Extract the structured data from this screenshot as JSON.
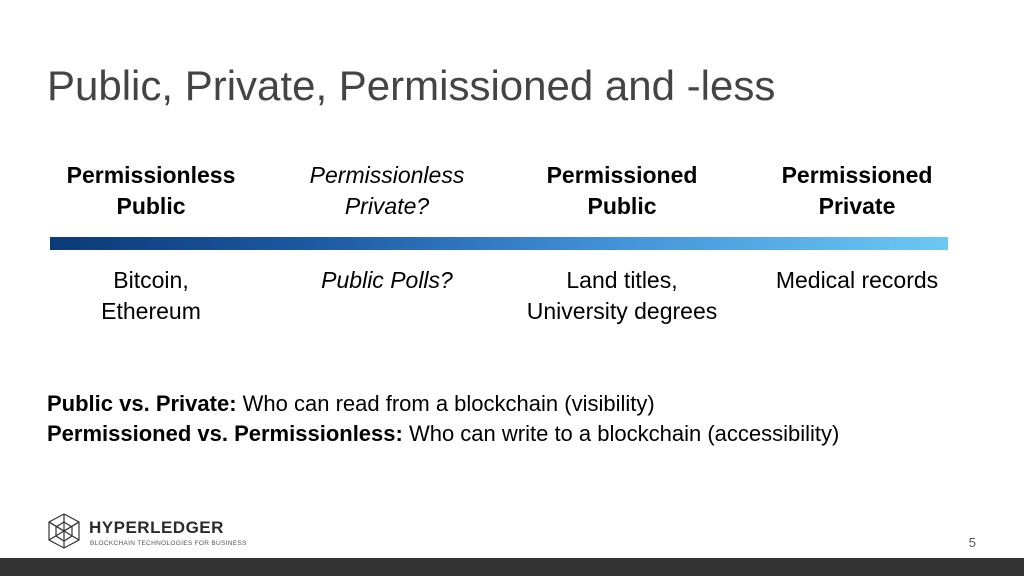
{
  "title": "Public, Private, Permissioned and -less",
  "columns": [
    {
      "heading": [
        "Permissionless",
        "Public"
      ],
      "style": "bold",
      "example": [
        "Bitcoin,",
        "Ethereum"
      ],
      "example_style": "normal"
    },
    {
      "heading": [
        "Permissionless",
        "Private?"
      ],
      "style": "italic",
      "example": [
        "Public Polls?"
      ],
      "example_style": "italic"
    },
    {
      "heading": [
        "Permissioned",
        "Public"
      ],
      "style": "bold",
      "example": [
        "Land titles,",
        "University degrees"
      ],
      "example_style": "normal"
    },
    {
      "heading": [
        "Permissioned",
        "Private"
      ],
      "style": "bold",
      "example": [
        "Medical records"
      ],
      "example_style": "normal"
    }
  ],
  "spectrum_colors": {
    "start": "#0b3a78",
    "end": "#6cc8f4"
  },
  "definitions": [
    {
      "term": "Public vs. Private:",
      "text": " Who can read from a blockchain (visibility)"
    },
    {
      "term": "Permissioned vs. Permissionless:",
      "text": " Who can write to a blockchain (accessibility)"
    }
  ],
  "logo": {
    "icon": "hyperledger-logo-icon",
    "name": "HYPERLEDGER",
    "tagline": "BLOCKCHAIN TECHNOLOGIES FOR BUSINESS"
  },
  "page_number": "5",
  "footer_color": "#333333"
}
